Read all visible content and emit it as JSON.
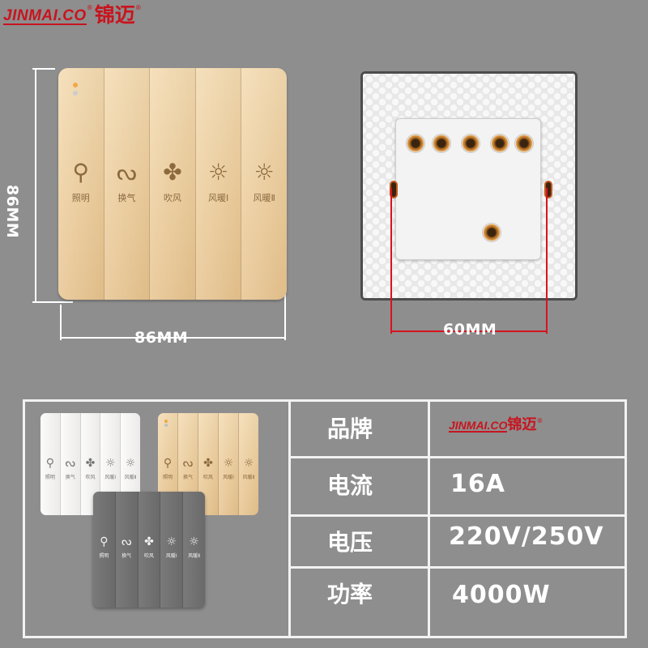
{
  "brand": {
    "latin": "JINMAI.CO",
    "cjk": "锦迈",
    "mark": "®"
  },
  "dimensions": {
    "panel_height": "86MM",
    "panel_width": "86MM",
    "mount_spacing": "60MM"
  },
  "panel_keys": [
    {
      "icon": "bulb-icon",
      "glyph": "⚲",
      "label": "照明"
    },
    {
      "icon": "vent-icon",
      "glyph": "ᔓ",
      "label": "换气"
    },
    {
      "icon": "fan-icon",
      "glyph": "✤",
      "label": "吹风"
    },
    {
      "icon": "heater-1-icon",
      "glyph": "☼",
      "label": "风暖Ⅰ"
    },
    {
      "icon": "heater-2-icon",
      "glyph": "☼",
      "label": "风暖Ⅱ"
    }
  ],
  "spec_table": [
    {
      "label": "品牌",
      "value": ""
    },
    {
      "label": "电流",
      "value": "16A"
    },
    {
      "label": "电压",
      "value": "220V/250V"
    },
    {
      "label": "功率",
      "value": "4000W"
    }
  ],
  "colors": {
    "logo": "#c8141e",
    "gold_panel": "#eccb98",
    "background": "#8e8e8e",
    "dimension_red": "#d8141e"
  }
}
